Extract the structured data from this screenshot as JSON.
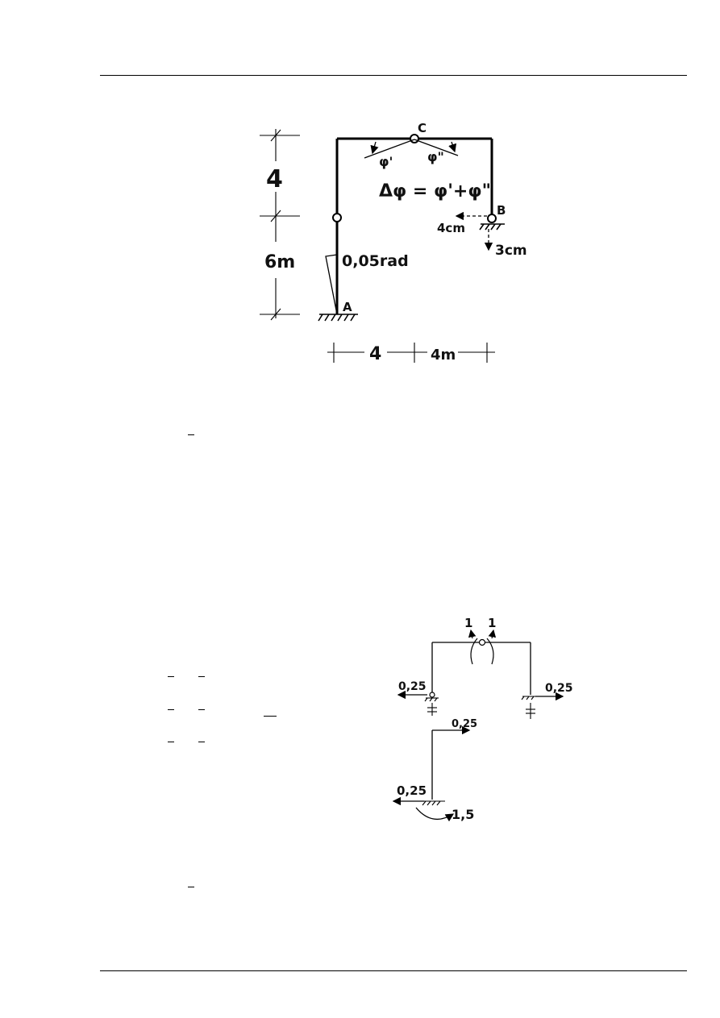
{
  "figure1": {
    "node_c": "C",
    "node_b": "B",
    "node_a": "A",
    "phi_left": "φ'",
    "phi_right": "φ\"",
    "equation": "Δφ = φ'+φ\"",
    "disp_horizontal": "4cm",
    "disp_vertical": "3cm",
    "rotation": "0,05rad",
    "dim_upper": "4",
    "dim_lower": "6m",
    "dim_left": "4",
    "dim_right": "4m"
  },
  "figure2": {
    "moment_left": "1",
    "moment_right": "1",
    "force_left": "0,25",
    "force_right": "0,25",
    "force_top": "0,25",
    "force_base": "0,25",
    "moment_base": "1,5"
  }
}
